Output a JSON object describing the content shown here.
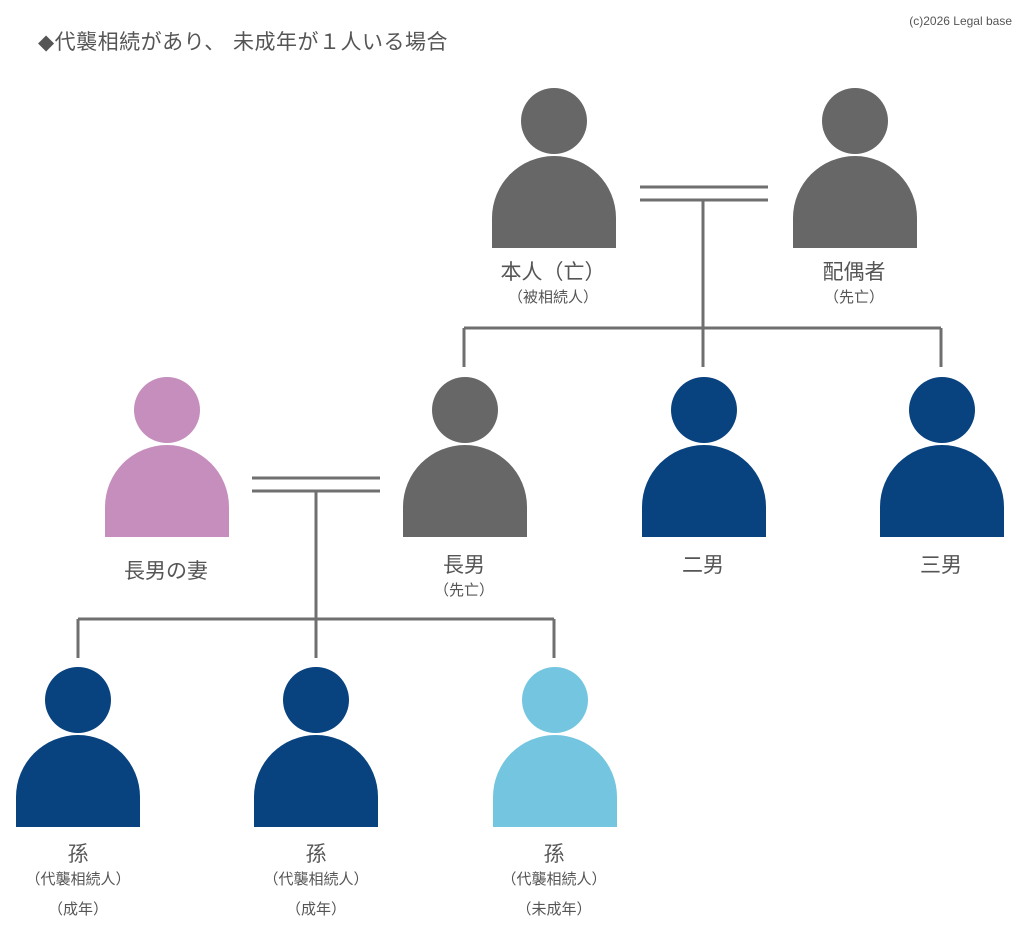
{
  "title": "◆代襲相続があり、 未成年が１人いる場合",
  "copyright": "(c)2026 Legal base",
  "colors": {
    "gray": "#666766",
    "navy": "#08427F",
    "pink": "#C58EBD",
    "lightblue": "#74C6E0",
    "line": "#6F6F6F"
  },
  "people": {
    "honnin": {
      "name": "本人（亡）",
      "sub": "（被相続人）",
      "color": "gray",
      "icon": "person-icon"
    },
    "haiguusha": {
      "name": "配偶者",
      "sub": "（先亡）",
      "color": "gray",
      "icon": "person-icon"
    },
    "wife": {
      "name": "長男の妻",
      "color": "pink",
      "icon": "person-icon"
    },
    "choudan": {
      "name": "長男",
      "sub": "（先亡）",
      "color": "gray",
      "icon": "person-icon"
    },
    "jinan": {
      "name": "二男",
      "color": "navy",
      "icon": "person-icon"
    },
    "sannan": {
      "name": "三男",
      "color": "navy",
      "icon": "person-icon"
    },
    "grandchild1": {
      "name": "孫",
      "sub": "（代襲相続人）",
      "sub2": "（成年）",
      "color": "navy",
      "icon": "person-icon"
    },
    "grandchild2": {
      "name": "孫",
      "sub": "（代襲相続人）",
      "sub2": "（成年）",
      "color": "navy",
      "icon": "person-icon"
    },
    "grandchild3": {
      "name": "孫",
      "sub": "（代襲相続人）",
      "sub2": "（未成年）",
      "color": "lightblue",
      "icon": "person-icon"
    }
  }
}
